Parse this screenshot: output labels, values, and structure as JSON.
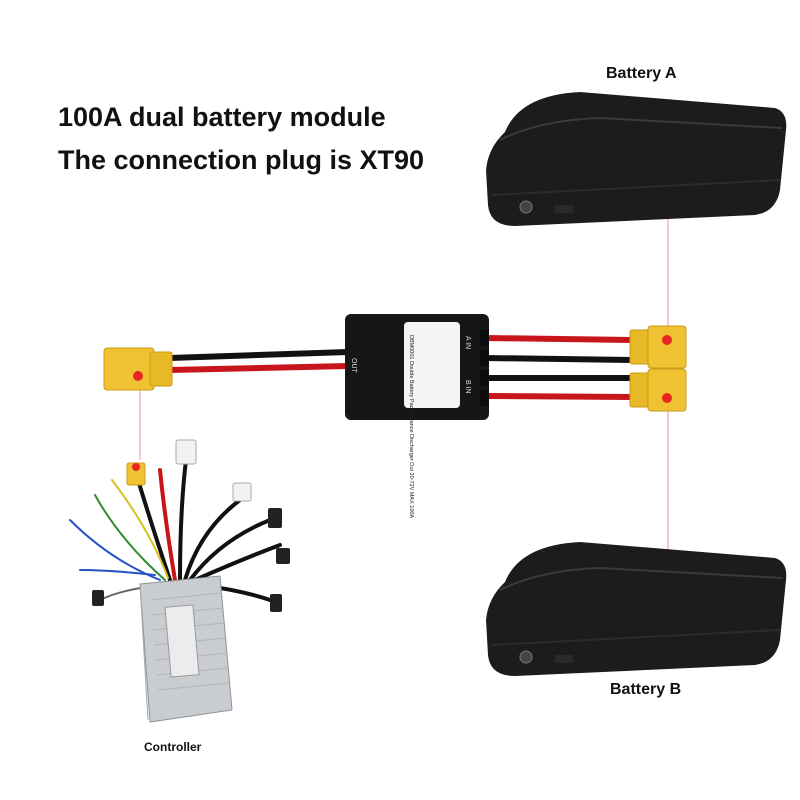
{
  "headline": {
    "line1": "100A dual battery module",
    "line2": "The connection plug is XT90"
  },
  "labels": {
    "battery_a": "Battery A",
    "battery_b": "Battery B",
    "controller": "Controller"
  },
  "module": {
    "out_label": "OUT",
    "in_a_label": "A IN",
    "in_b_label": "B IN",
    "sticker_text": "DBM0001 Double Battery Pack Balance Discharger Out 20-72V MAX 100A"
  },
  "colors": {
    "connector": "#f0c232",
    "cable_red": "#c8151b",
    "cable_black": "#111111",
    "battery": "#1a1a1a",
    "controller_body": "#c9ccd0",
    "marker_dot": "#e8261f"
  }
}
